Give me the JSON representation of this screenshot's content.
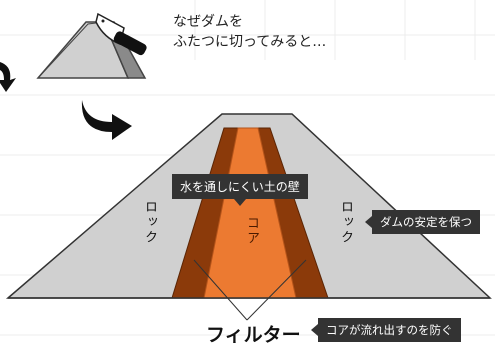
{
  "intro_note": {
    "line1": "なぜダムを",
    "line2": "ふたつに切ってみると…"
  },
  "labels": {
    "rock_left": "ロック",
    "rock_right": "ロック",
    "core": "コア",
    "filter": "フィルター"
  },
  "callouts": {
    "core_description": "水を通しにくい土の壁",
    "rock_description": "ダムの安定を保つ",
    "filter_description": "コアが流れ出すのを防ぐ"
  },
  "icons": {
    "knife": "knife-icon",
    "arrow_down_right": "curved-arrow-icon",
    "arrow_partial": "curved-arrow-icon"
  },
  "colors": {
    "rock": "#d0d0d0",
    "filter": "#8b3a0a",
    "core": "#ec7a31",
    "outline": "#333333",
    "callout_bg": "#333333"
  }
}
